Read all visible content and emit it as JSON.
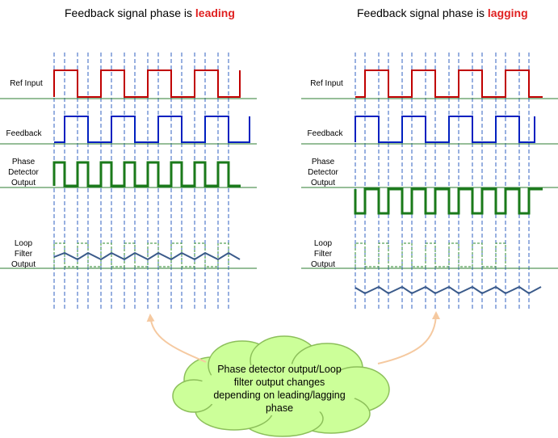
{
  "panels": [
    {
      "title_prefix": "Feedback signal phase is",
      "title_keyword": "leading",
      "row_labels": {
        "ref_input": "Ref Input",
        "feedback": "Feedback",
        "phase_detector": [
          "Phase",
          "Detector",
          "Output"
        ],
        "loop_filter": [
          "Loop",
          "Filter",
          "Output"
        ]
      }
    },
    {
      "title_prefix": "Feedback signal phase is",
      "title_keyword": "lagging",
      "row_labels": {
        "ref_input": "Ref Input",
        "feedback": "Feedback",
        "phase_detector": [
          "Phase",
          "Detector",
          "Output"
        ],
        "loop_filter": [
          "Loop",
          "Filter",
          "Output"
        ]
      }
    }
  ],
  "callout": {
    "lines": [
      "Phase detector output/Loop",
      "filter output changes",
      "depending  on leading/lagging",
      "phase"
    ]
  },
  "colors": {
    "ref_signal": "#c00000",
    "feedback_signal": "#0020c0",
    "phase_detector_signal": "#1a7a1a",
    "loop_filter_dashed": "#2e8b2e",
    "loop_filter_wave": "#3a5a8a",
    "baseline": "#2e7d32",
    "guide_lines": "#3060c0",
    "cloud_fill": "#ccff99",
    "cloud_stroke": "#8cbf5a",
    "arrow": "#f5c9a0",
    "title_keyword": "#e02020"
  }
}
